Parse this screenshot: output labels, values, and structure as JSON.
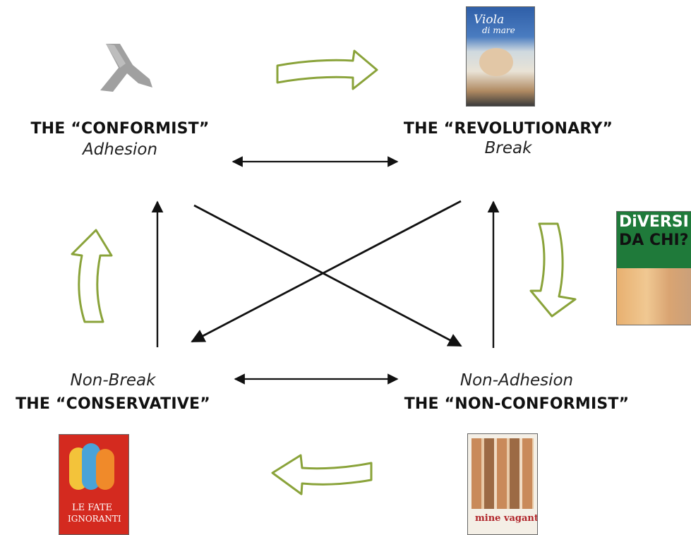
{
  "conformist": {
    "title": "THE “CONFORMIST”",
    "subtitle": "Adhesion"
  },
  "revolutionary": {
    "title": "THE “REVOLUTIONARY”",
    "subtitle": "Break"
  },
  "conservative": {
    "title": "THE “CONSERVATIVE”",
    "subtitle": "Non-Break"
  },
  "nonconformist": {
    "title": "THE “NON-CONFORMIST”",
    "subtitle": "Non-Adhesion"
  },
  "posters": {
    "viola": {
      "line1": "Viola",
      "line2": "di mare"
    },
    "diversi": {
      "line1": "DiVERSI",
      "line2": "DA CHI?"
    },
    "fate": {
      "line1": "LE FATE",
      "line2": "IGNORANTI"
    },
    "mine": {
      "title": "mine vaganti"
    }
  },
  "colors": {
    "cycle_arrow": "#8aa33a",
    "relation_arrow": "#111111",
    "x_mark": "#9a9a9a"
  }
}
